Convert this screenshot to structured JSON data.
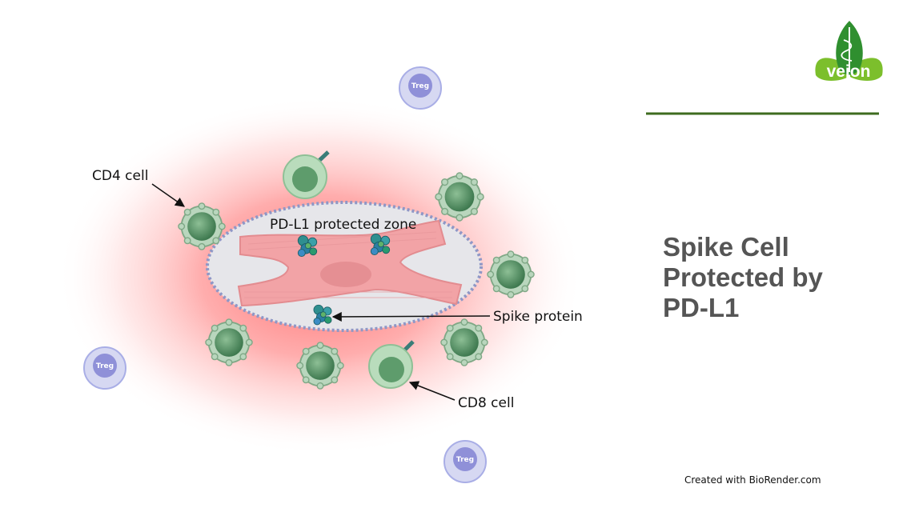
{
  "title_lines": [
    "Spike Cell",
    "Protected by",
    "PD-L1"
  ],
  "credit": "Created with BioRender.com",
  "logo_text": "vejon",
  "labels": {
    "cd4": "CD4 cell",
    "zone": "PD-L1 protected zone",
    "spike": "Spike protein",
    "cd8": "CD8 cell"
  },
  "treg_label": "Treg",
  "colors": {
    "title": "#555555",
    "accent_line": "#3e6b1f",
    "glow": "#ff8080",
    "zone_fill": "#e6e6ea",
    "zone_border": "#8f97c6",
    "muscle": "#f2a3a6",
    "tcell": "#4f8a5f",
    "treg": "#a9aee6",
    "logo_green": "#6fae2b"
  }
}
